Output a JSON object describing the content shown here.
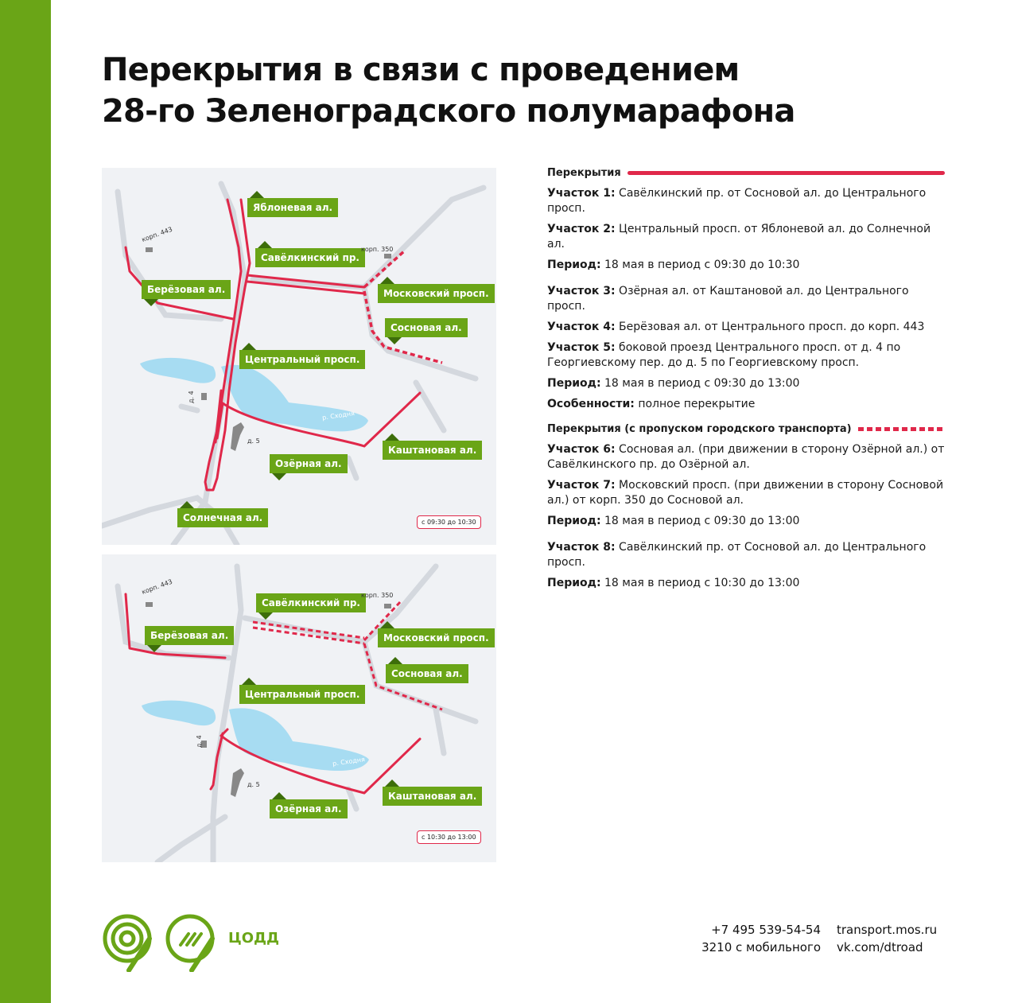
{
  "title": {
    "line1": "Перекрытия в связи с проведением",
    "line2": "28-го Зеленоградского полумарафона"
  },
  "colors": {
    "accent_green": "#6aa517",
    "closure_red": "#e0284a",
    "water": "#a7dcf2",
    "road": "#d7dbe0"
  },
  "map1": {
    "labels": {
      "yablonevaya": "Яблоневая ал.",
      "savelkinsky": "Савёлкинский пр.",
      "berezovaya": "Берёзовая ал.",
      "moskovsky": "Московский просп.",
      "sosnovaya": "Сосновая ал.",
      "centralny": "Центральный просп.",
      "ozernaya": "Озёрная ал.",
      "kashtanovaya": "Каштановая ал.",
      "solnechnaya": "Солнечная ал."
    },
    "small": {
      "korp443": "корп. 443",
      "korp350": "корп. 350",
      "d4": "д. 4",
      "d5": "д. 5",
      "river": "р. Сходня"
    },
    "time_badge": "с 09:30 до 10:30"
  },
  "map2": {
    "labels": {
      "savelkinsky": "Савёлкинский пр.",
      "berezovaya": "Берёзовая ал.",
      "moskovsky": "Московский просп.",
      "sosnovaya": "Сосновая ал.",
      "centralny": "Центральный просп.",
      "ozernaya": "Озёрная ал.",
      "kashtanovaya": "Каштановая ал."
    },
    "small": {
      "korp443": "корп. 443",
      "korp350": "корп. 350",
      "d4": "д. 4",
      "d5": "д. 5",
      "river": "р. Сходня"
    },
    "time_badge": "с 10:30 до 13:00"
  },
  "info": {
    "section1_title": "Перекрытия",
    "s1_key": "Участок 1:",
    "s1_text": " Савёлкинский пр. от Сосновой ал. до Центрального просп.",
    "s2_key": "Участок 2:",
    "s2_text": " Центральный просп. от Яблоневой ал. до Солнечной ал.",
    "p1_key": "Период:",
    "p1_text": " 18 мая в период с 09:30 до 10:30",
    "s3_key": "Участок 3:",
    "s3_text": " Озёрная ал. от Каштановой ал. до Центрального просп.",
    "s4_key": "Участок 4:",
    "s4_text": " Берёзовая ал. от Центрального просп. до корп. 443",
    "s5_key": "Участок 5:",
    "s5_text": " боковой проезд Центрального просп. от д. 4 по Георгиевскому пер. до д. 5 по Георгиевскому просп.",
    "p2_key": "Период:",
    "p2_text": " 18 мая в период с 09:30 до 13:00",
    "f_key": "Особенности:",
    "f_text": " полное перекрытие",
    "section2_title": "Перекрытия (с пропуском городского транспорта)",
    "s6_key": "Участок 6:",
    "s6_text": " Сосновая ал. (при движении в сторону Озёрной ал.) от Савёлкинского пр. до Озёрной ал.",
    "s7_key": "Участок 7:",
    "s7_text": " Московский просп. (при движении в сторону Сосновой ал.) от корп. 350 до Сосновой ал.",
    "p3_key": "Период:",
    "p3_text": " 18 мая в период с 09:30 до 13:00",
    "s8_key": "Участок 8:",
    "s8_text": " Савёлкинский пр. от Сосновой ал. до Центрального просп.",
    "p4_key": "Период:",
    "p4_text": " 18 мая в период с 10:30 до 13:00"
  },
  "footer": {
    "logo_text": "ЦОДД",
    "phone": "+7 495 539-54-54",
    "mobile": "3210 с мобильного",
    "site": "transport.mos.ru",
    "vk": "vk.com/dtroad"
  }
}
